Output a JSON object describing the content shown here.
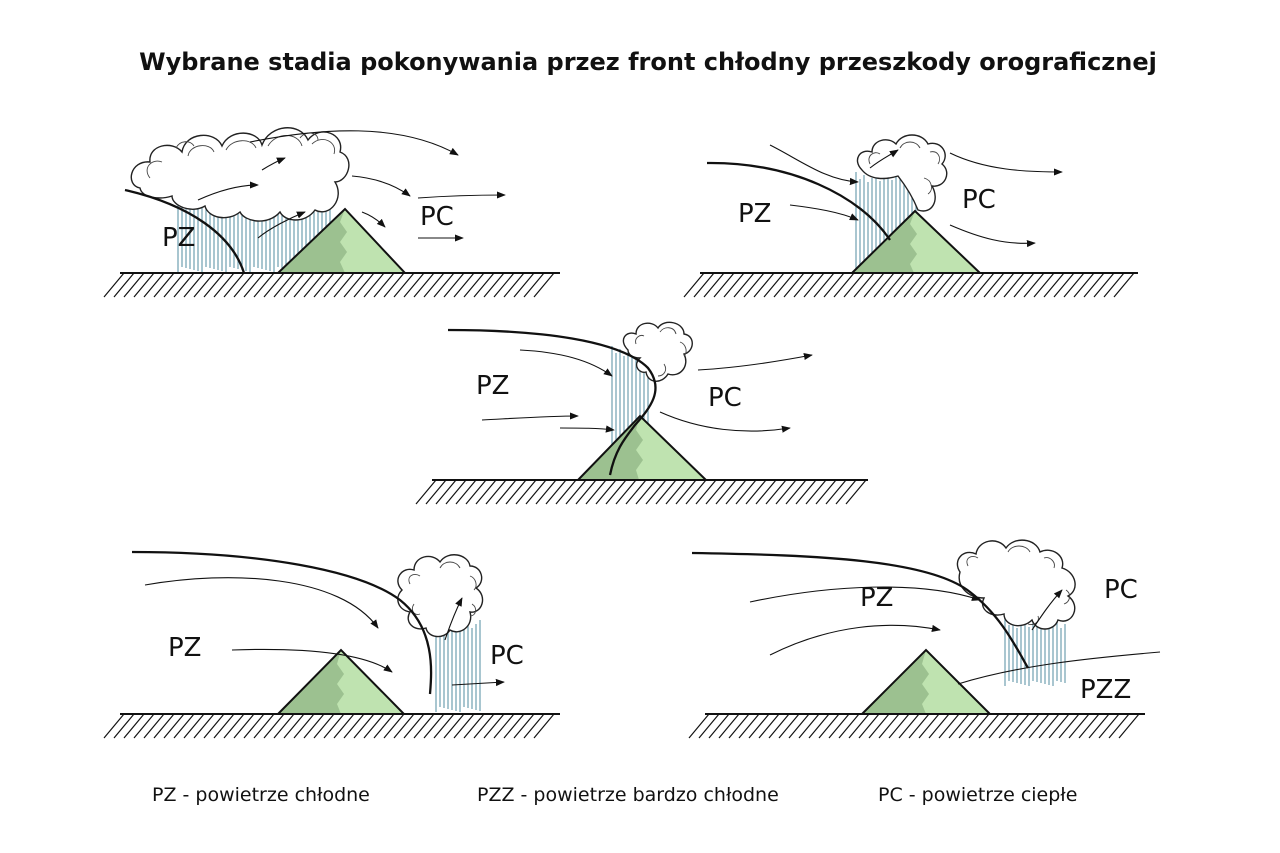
{
  "title": "Wybrane stadia pokonywania przez front chłodny przeszkody orograficznej",
  "colors": {
    "mountain_shadow": "#9cc190",
    "mountain_light": "#bfe3b0",
    "rain": "#6f9fb0",
    "line": "#111111"
  },
  "panels": [
    {
      "id": "stage-1",
      "labels": {
        "cold": "PZ",
        "warm": "PC"
      }
    },
    {
      "id": "stage-2",
      "labels": {
        "cold": "PZ",
        "warm": "PC"
      }
    },
    {
      "id": "stage-3",
      "labels": {
        "cold": "PZ",
        "warm": "PC"
      }
    },
    {
      "id": "stage-4",
      "labels": {
        "cold": "PZ",
        "warm": "PC"
      }
    },
    {
      "id": "stage-5",
      "labels": {
        "cold": "PZ",
        "warm": "PC",
        "very_cold": "PZZ"
      }
    }
  ],
  "legend": [
    {
      "text": "PZ - powietrze chłodne"
    },
    {
      "text": "PZZ - powietrze bardzo chłodne"
    },
    {
      "text": "PC - powietrze ciepłe"
    }
  ]
}
